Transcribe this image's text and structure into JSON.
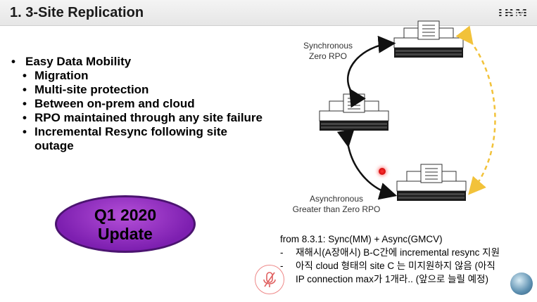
{
  "header": {
    "title": "1. 3-Site Replication",
    "logo": "IBM"
  },
  "bullets": {
    "main": "Easy Data Mobility",
    "sub": [
      "Migration",
      "Multi-site protection",
      "Between on-prem and cloud",
      "RPO maintained through any site failure",
      "Incremental Resync following site outage"
    ]
  },
  "badge": {
    "line1": "Q1 2020",
    "line2": "Update"
  },
  "diagram": {
    "sync_label_1": "Synchronous",
    "sync_label_2": "Zero RPO",
    "async_label_1": "Asynchronous",
    "async_label_2": "Greater than Zero RPO",
    "arrow_color": "#111111",
    "dashed_color": "#f2c23a"
  },
  "notes": {
    "heading": "from 8.3.1: Sync(MM) + Async(GMCV)",
    "items": [
      {
        "dash": "-",
        "text": "재해시(A장애시) B-C간에 incremental resync 지원"
      },
      {
        "dash": "-",
        "text": "아직 cloud 형태의 site C 는 미지원하지 않음 (아직"
      },
      {
        "dash": "",
        "text": "IP connection max가 1개라.. (앞으로 늘릴 예정)"
      }
    ]
  }
}
